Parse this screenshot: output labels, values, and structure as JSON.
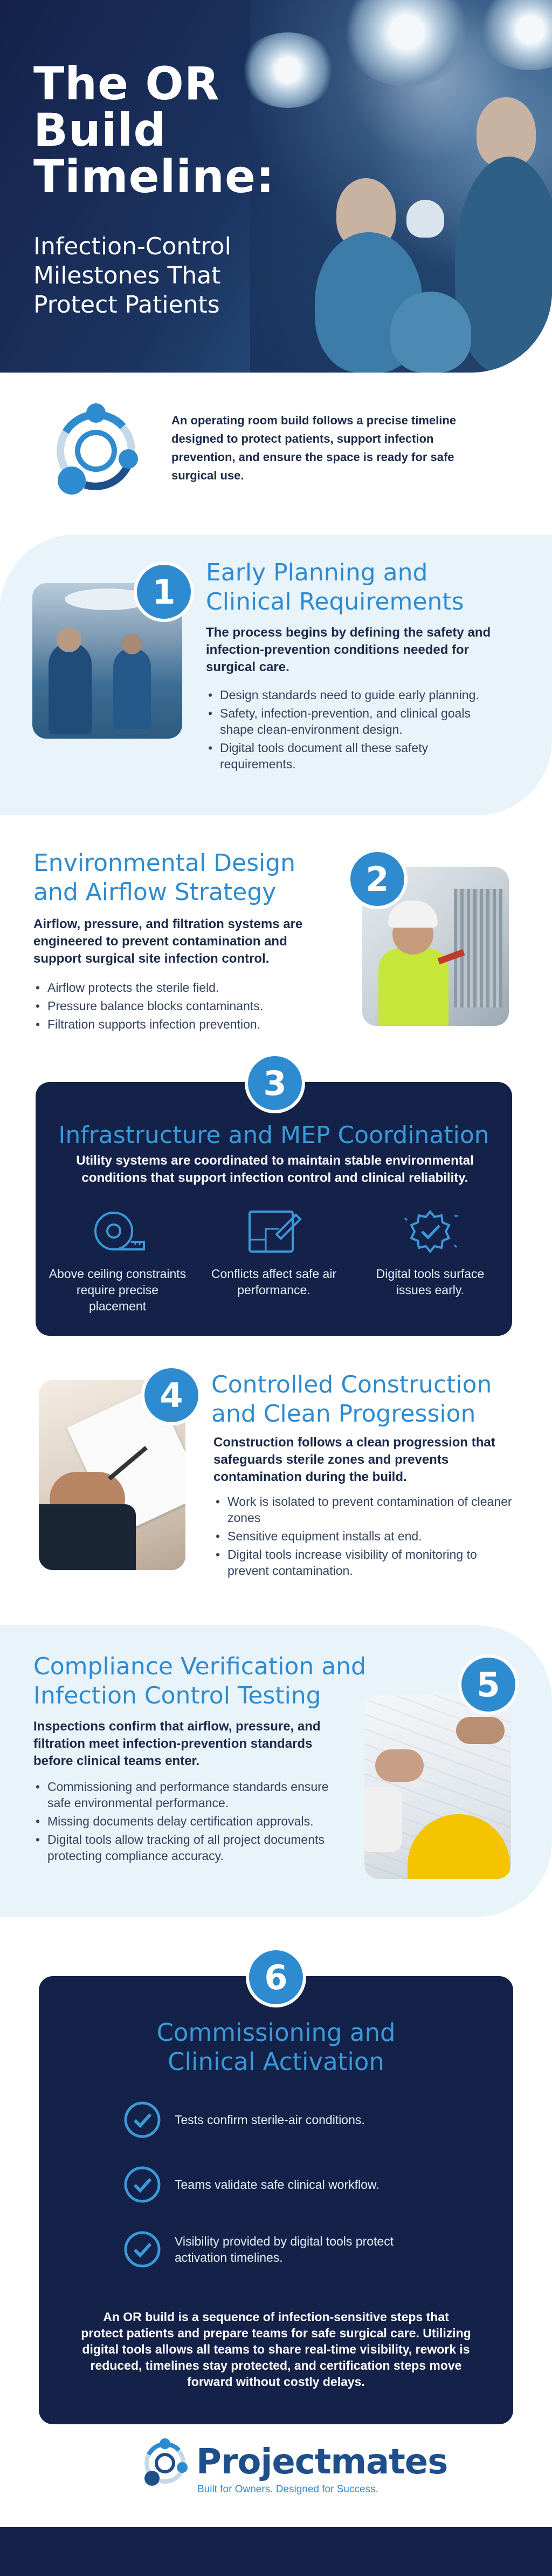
{
  "hero": {
    "title_lines": [
      "The OR",
      "Build",
      "Timeline:"
    ],
    "subtitle_lines": [
      "Infection-Control",
      "Milestones That",
      "Protect Patients"
    ]
  },
  "intro": {
    "text": "An operating room build follows a precise timeline designed to protect patients, support infection prevention, and ensure the space is ready for safe surgical use."
  },
  "steps": [
    {
      "number": "1",
      "title_lines": [
        "Early Planning and",
        "Clinical Requirements"
      ],
      "lead": "The process begins by defining the safety and infection-prevention conditions needed for surgical care.",
      "bullets": [
        "Design standards need to guide early planning.",
        "Safety, infection-prevention, and clinical goals shape clean-environment design.",
        "Digital tools document all these safety requirements."
      ]
    },
    {
      "number": "2",
      "title_lines": [
        "Environmental Design",
        "and Airflow Strategy"
      ],
      "lead": "Airflow, pressure, and filtration systems are engineered to prevent contamination and support surgical site infection control.",
      "bullets": [
        "Airflow protects the sterile field.",
        "Pressure balance blocks contaminants.",
        "Filtration supports infection prevention."
      ]
    },
    {
      "number": "3",
      "title": "Infrastructure and MEP Coordination",
      "lead": "Utility systems are coordinated to maintain stable environmental conditions that support infection control and clinical reliability.",
      "features": [
        {
          "icon": "tape-measure-icon",
          "label": "Above ceiling constraints require precise placement"
        },
        {
          "icon": "blueprint-icon",
          "label": "Conflicts affect safe air performance."
        },
        {
          "icon": "digital-check-icon",
          "label": "Digital tools surface issues early."
        }
      ]
    },
    {
      "number": "4",
      "title_lines": [
        "Controlled Construction",
        "and Clean Progression"
      ],
      "lead": "Construction follows a clean progression that safeguards sterile zones and prevents contamination during the build.",
      "bullets": [
        "Work is isolated to prevent contamination of cleaner zones",
        "Sensitive equipment installs at end.",
        "Digital tools increase visibility of monitoring to prevent contamination."
      ]
    },
    {
      "number": "5",
      "title_lines": [
        "Compliance Verification and",
        "Infection Control Testing"
      ],
      "lead": "Inspections confirm that airflow, pressure, and filtration meet infection-prevention standards before clinical teams enter.",
      "bullets": [
        "Commissioning and performance standards ensure safe environmental performance.",
        "Missing documents delay certification approvals.",
        "Digital tools allow tracking of all project documents protecting compliance accuracy."
      ]
    },
    {
      "number": "6",
      "title_lines": [
        "Commissioning and",
        "Clinical Activation"
      ],
      "checks": [
        "Tests confirm sterile-air conditions.",
        "Teams validate safe clinical workflow.",
        "Visibility provided by digital tools protect activation timelines."
      ],
      "closing": "An OR build is a sequence of infection-sensitive steps that protect patients and prepare teams for safe surgical care.  Utilizing digital tools allows all teams to share real-time visibility, rework is reduced, timelines stay protected, and certification steps move forward without costly delays."
    }
  ],
  "footer": {
    "brand": "Projectmates",
    "tagline": "Built for Owners. Designed for Success."
  },
  "colors": {
    "navy": "#14224a",
    "accent_blue": "#2f8bcf",
    "light_panel": "#e9f3fa"
  }
}
